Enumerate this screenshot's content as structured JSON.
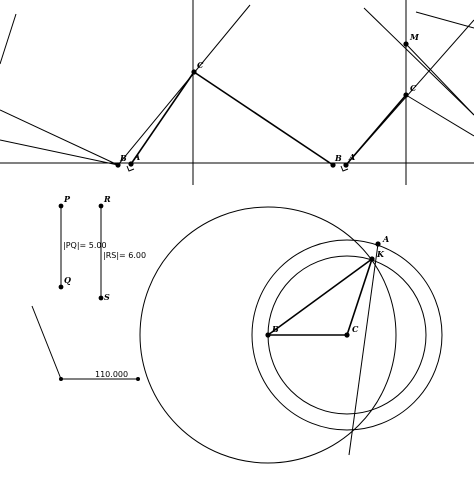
{
  "labels": {
    "top_left": {
      "B": "B",
      "A": "A",
      "C": "C"
    },
    "top_right": {
      "B": "B",
      "A": "A",
      "C": "C",
      "M": "M"
    },
    "segments": {
      "P": "P",
      "Q": "Q",
      "R": "R",
      "S": "S"
    },
    "circles": {
      "A": "A",
      "K": "K",
      "B": "B",
      "C": "C"
    }
  },
  "measurements": {
    "pq": "|PQ|= 5.00",
    "rs": "|RS|= 6.00",
    "angle": "110.000"
  }
}
